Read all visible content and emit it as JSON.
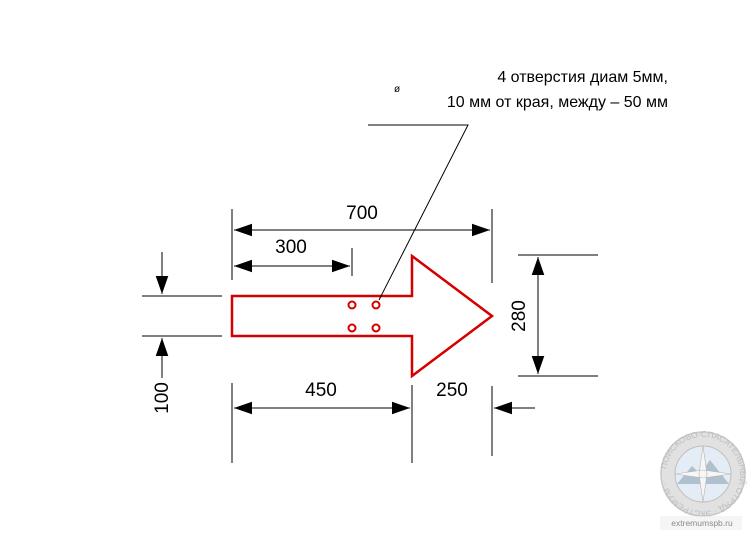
{
  "note": {
    "line1": "4 отверстия диам 5мм,",
    "line2": "10 мм от края, между – 50 мм",
    "symbol": "ø"
  },
  "dimensions": {
    "total_length": "700",
    "hole_offset": "300",
    "shaft_length": "450",
    "head_length": "250",
    "head_height": "280",
    "shaft_height": "100"
  },
  "colors": {
    "outline": "#d40000",
    "dimension": "#000000"
  },
  "watermark": {
    "url": "extremumspb.ru",
    "emblem_text": "ПОИСКОВО-СПАСАТЕЛЬНЫЙ ОТРЯД · ЭКСТРЕМУМ ·"
  }
}
